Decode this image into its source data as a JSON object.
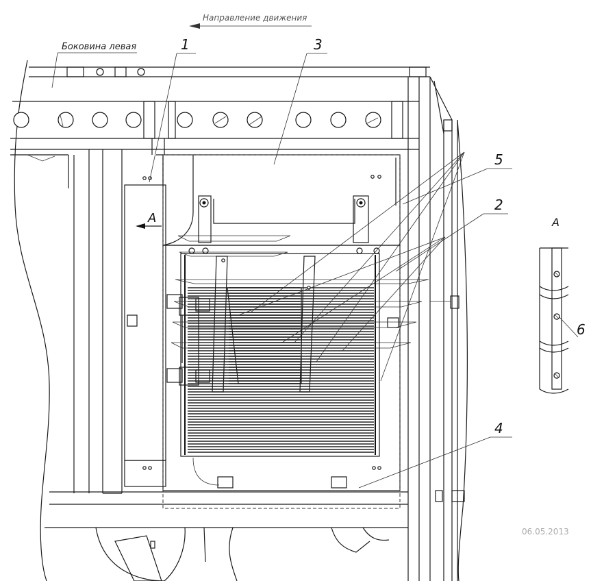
{
  "labels": {
    "direction": "Направление движения",
    "side_panel": "Боковина левая",
    "callouts": [
      "1",
      "2",
      "3",
      "4",
      "5",
      "6"
    ],
    "view_marker": "A",
    "view_title": "A"
  },
  "stamp": "06.05.2013"
}
